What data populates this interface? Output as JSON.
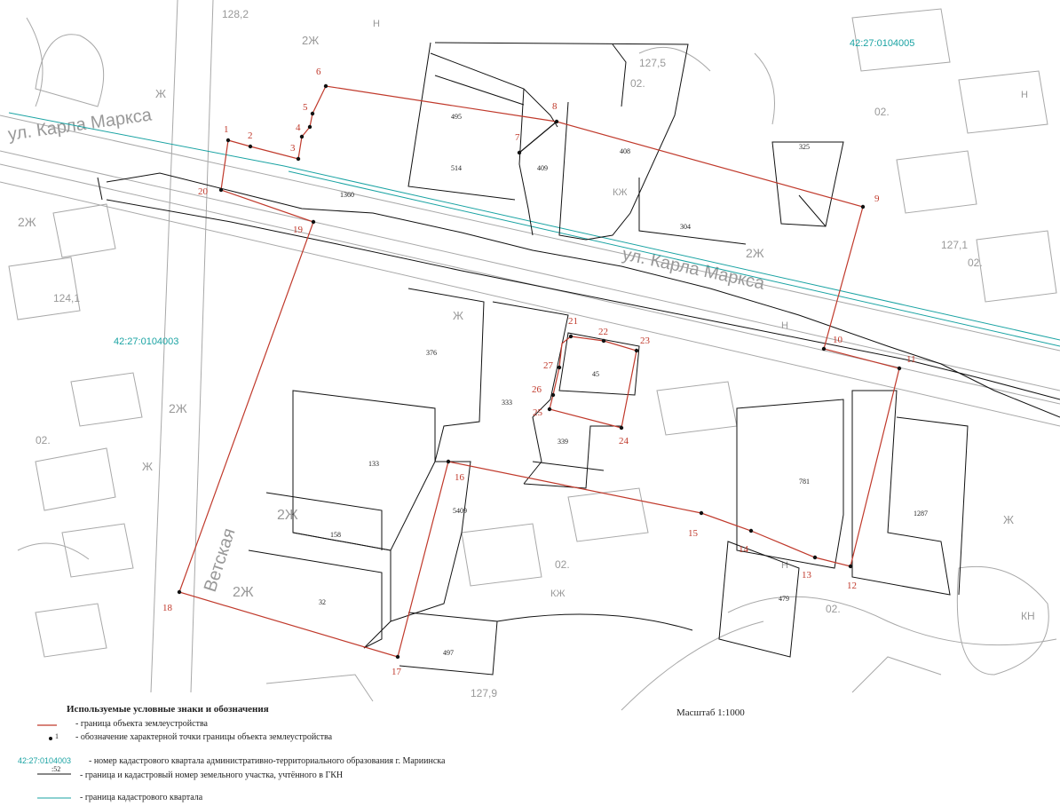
{
  "map": {
    "quarters": [
      {
        "id": "q-top-right",
        "label": "42:27:0104005"
      },
      {
        "id": "q-left",
        "label": "42:27:0104003"
      }
    ],
    "parcels": [
      {
        "label": "495"
      },
      {
        "label": "514"
      },
      {
        "label": "409"
      },
      {
        "label": "408"
      },
      {
        "label": "325"
      },
      {
        "label": "1360"
      },
      {
        "label": "304"
      },
      {
        "label": "376"
      },
      {
        "label": "45"
      },
      {
        "label": "333"
      },
      {
        "label": "133"
      },
      {
        "label": "339"
      },
      {
        "label": "781"
      },
      {
        "label": "1287"
      },
      {
        "label": "5409"
      },
      {
        "label": "158"
      },
      {
        "label": "32"
      },
      {
        "label": "479"
      },
      {
        "label": "497"
      }
    ],
    "points": [
      {
        "n": "1"
      },
      {
        "n": "2"
      },
      {
        "n": "3"
      },
      {
        "n": "4"
      },
      {
        "n": "5"
      },
      {
        "n": "6"
      },
      {
        "n": "7"
      },
      {
        "n": "8"
      },
      {
        "n": "9"
      },
      {
        "n": "10"
      },
      {
        "n": "11"
      },
      {
        "n": "12"
      },
      {
        "n": "13"
      },
      {
        "n": "14"
      },
      {
        "n": "15"
      },
      {
        "n": "16"
      },
      {
        "n": "17"
      },
      {
        "n": "18"
      },
      {
        "n": "19"
      },
      {
        "n": "20"
      },
      {
        "n": "21"
      },
      {
        "n": "22"
      },
      {
        "n": "23"
      },
      {
        "n": "24"
      },
      {
        "n": "25"
      },
      {
        "n": "26"
      },
      {
        "n": "27"
      }
    ],
    "background_labels": [
      "2Ж",
      "Ж",
      "Н",
      "02.",
      "КЖ",
      "127,9",
      "124,1",
      "127,1",
      "127,5",
      "128,2",
      "КН",
      "ул. Карла Маркса",
      "Ветская"
    ]
  },
  "legend": {
    "title": "Используемые условные знаки и обозначения",
    "items": [
      {
        "text": "- граница объекта землеустройства"
      },
      {
        "marker": "1",
        "text": "- обозначение характерной точки границы объекта землеустройства"
      },
      {
        "marker": "42:27:0104003",
        "text": "- номер кадастрового квартала административно-территориального образования г. Мариинска"
      },
      {
        "marker": ":52",
        "text": "- граница и кадастровый номер земельного участка, учтённого в ГКН"
      },
      {
        "text": "- граница кадастрового квартала"
      }
    ]
  },
  "scale": "Масштаб 1:1000",
  "colors": {
    "boundary": "#c0392b",
    "quarter": "#1aa3a3",
    "parcel": "#111111",
    "background": "#9a9a9a"
  }
}
